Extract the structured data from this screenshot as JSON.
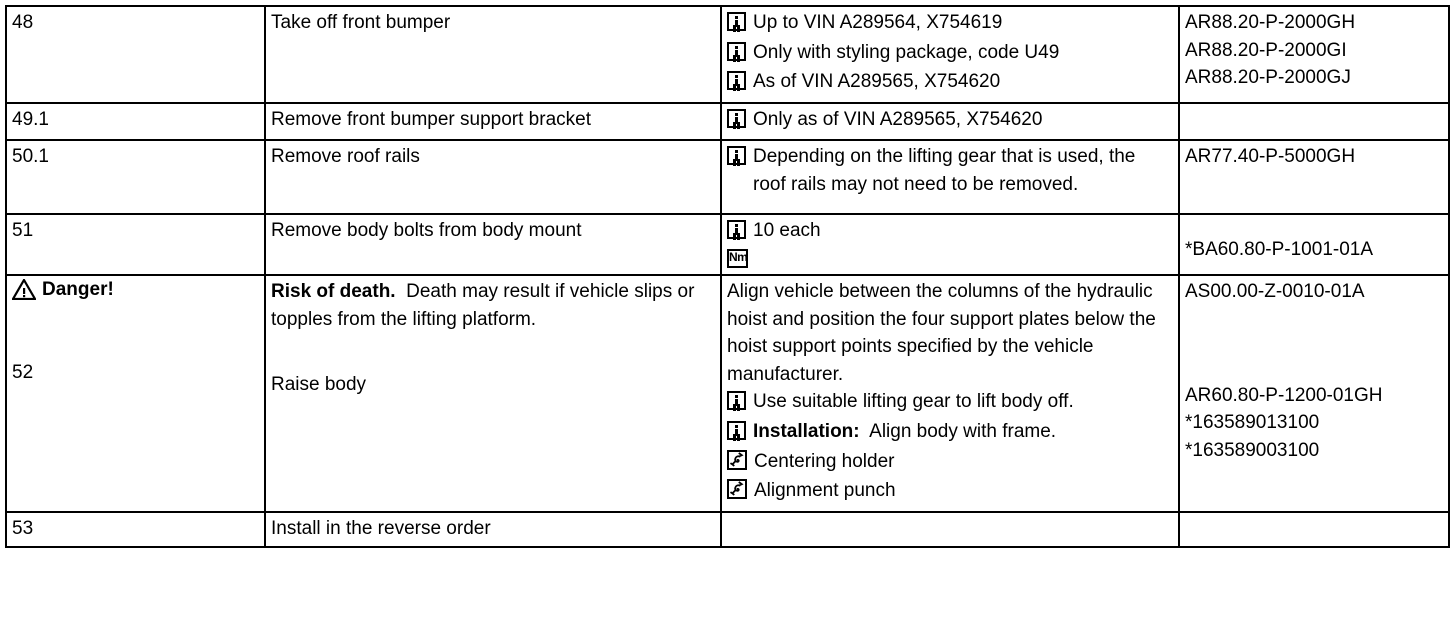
{
  "document": {
    "type": "workshop-procedure-table",
    "columns": [
      "step",
      "task",
      "notes",
      "document"
    ]
  },
  "icons": {
    "info": "info-icon",
    "torque": "torque-nm-icon",
    "tool": "special-tool-icon",
    "warning": "warning-triangle-icon",
    "nm_label": "Nm"
  },
  "rows": [
    {
      "step": "48",
      "task": "Take off front bumper",
      "notes": [
        {
          "icon": "info",
          "text": "Up to VIN A289564, X754619"
        },
        {
          "icon": "info",
          "text": "Only with styling package, code U49"
        },
        {
          "icon": "info",
          "text": "As of VIN A289565, X754620"
        }
      ],
      "docs": [
        "AR88.20-P-2000GH",
        "AR88.20-P-2000GI",
        "AR88.20-P-2000GJ"
      ]
    },
    {
      "step": "49.1",
      "task": "Remove front bumper support bracket",
      "notes": [
        {
          "icon": "info",
          "text": "Only as of VIN A289565, X754620"
        }
      ],
      "docs": []
    },
    {
      "step": "50.1",
      "task": "Remove roof rails",
      "notes": [
        {
          "icon": "info",
          "text": "Depending on the lifting gear that is used, the roof rails may not need to be removed."
        }
      ],
      "docs": [
        "AR77.40-P-5000GH"
      ]
    },
    {
      "step": "51",
      "task": "Remove body bolts from body mount",
      "notes": [
        {
          "icon": "info",
          "text": "10 each"
        },
        {
          "icon": "torque",
          "text": ""
        }
      ],
      "docs": [
        "*BA60.80-P-1001-01A"
      ]
    },
    {
      "step": "52",
      "danger_label": "Danger!",
      "task_warning_bold": "Risk of death.",
      "task_warning_text": "Death may result if vehicle slips or topples from the lifting platform.",
      "task": "Raise body",
      "notes_paragraph": "Align vehicle between the columns of the hydraulic hoist and position the four support plates below the hoist support points specified by the vehicle manufacturer.",
      "notes": [
        {
          "icon": "info",
          "text": "Use suitable lifting gear to lift body off."
        },
        {
          "icon": "info",
          "bold": "Installation:",
          "text": "Align body with frame."
        },
        {
          "icon": "tool",
          "text": "Centering holder"
        },
        {
          "icon": "tool",
          "text": "Alignment punch"
        }
      ],
      "docs": [
        "AS00.00-Z-0010-01A",
        "AR60.80-P-1200-01GH",
        "*163589013100",
        "*163589003100"
      ]
    },
    {
      "step": "53",
      "task": "Install in the reverse order",
      "notes": [],
      "docs": []
    }
  ]
}
